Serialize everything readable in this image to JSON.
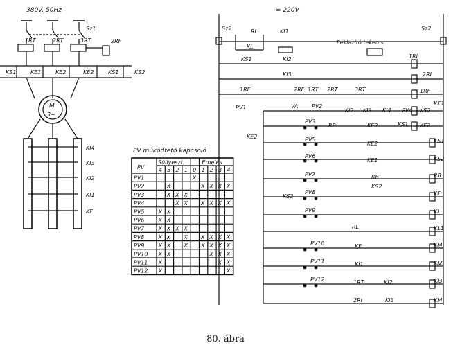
{
  "figure": {
    "caption": "80. ábra",
    "supply_left": "380V, 50Hz",
    "supply_right": "= 220V",
    "motor": [
      "M",
      "3~"
    ],
    "left_labels": [
      "Sz1",
      "1RT",
      "2RT",
      "3RT",
      "2RF",
      "KS1",
      "KE1",
      "KE2",
      "KE2",
      "KS1",
      "KS2"
    ],
    "resistor_labels": [
      "KI4",
      "KI3",
      "KI2",
      "KI1",
      "KF"
    ],
    "right_labels": {
      "switches": [
        "Sz2",
        "Sz2"
      ],
      "top": [
        "RL",
        "KI1",
        "KL",
        "Féklazító tekercs"
      ],
      "rows": [
        [
          "KS1",
          "KI2",
          "1RI"
        ],
        [
          "KI3",
          "2RI"
        ],
        [
          "1RF",
          "2RF",
          "1RT",
          "2RT",
          "3RT",
          "1RF"
        ],
        [
          "PV1",
          "VA",
          "PV2",
          "KI2",
          "KI3",
          "KI4",
          "PV4",
          "KS2",
          "KE1"
        ],
        [
          "PV3",
          "RB",
          "KE2",
          "KS1",
          "KE2"
        ],
        [
          "KE2",
          "PV5",
          "KE2",
          "KS1"
        ],
        [
          "PV6",
          "KE1",
          "KS2"
        ],
        [
          "PV7",
          "RB",
          "KS2",
          "RB"
        ],
        [
          "KS2",
          "PV8",
          "KF"
        ],
        [
          "PV9",
          "KL"
        ],
        [
          "RL",
          "KL1"
        ],
        [
          "PV10",
          "KF",
          "KI4"
        ],
        [
          "PV11",
          "KI1",
          "KI2"
        ],
        [
          "PV12",
          "1RT",
          "KI2",
          "KI3"
        ],
        [
          "2RI",
          "KI3",
          "KI4"
        ]
      ]
    }
  },
  "switch_table": {
    "title": "PV működtető kapcsoló",
    "row_header": "PV",
    "group_down": "Süllyeszt.",
    "group_up": "Emelés",
    "columns": [
      "4",
      "3",
      "2",
      "1",
      "0",
      "1",
      "2",
      "3",
      "4"
    ],
    "rows": [
      {
        "name": "PV1",
        "marks": [
          "",
          "",
          "",
          "",
          "X",
          "",
          "",
          "",
          ""
        ]
      },
      {
        "name": "PV2",
        "marks": [
          "",
          "X",
          "",
          "",
          "",
          "X",
          "X",
          "X",
          "X"
        ]
      },
      {
        "name": "PV3",
        "marks": [
          "",
          "X",
          "X",
          "X",
          "",
          "",
          "",
          "",
          ""
        ]
      },
      {
        "name": "PV4",
        "marks": [
          "",
          "",
          "X",
          "X",
          "",
          "X",
          "X",
          "X",
          "X"
        ]
      },
      {
        "name": "PV5",
        "marks": [
          "X",
          "X",
          "",
          "",
          "",
          "",
          "",
          "",
          ""
        ]
      },
      {
        "name": "PV6",
        "marks": [
          "X",
          "X",
          "",
          "",
          "",
          "",
          "",
          "",
          ""
        ]
      },
      {
        "name": "PV7",
        "marks": [
          "X",
          "X",
          "X",
          "X",
          "",
          "",
          "",
          "",
          ""
        ]
      },
      {
        "name": "PV8",
        "marks": [
          "X",
          "X",
          "",
          "X",
          "",
          "X",
          "X",
          "X",
          "X"
        ]
      },
      {
        "name": "PV9",
        "marks": [
          "X",
          "X",
          "",
          "X",
          "",
          "X",
          "X",
          "X",
          "X"
        ]
      },
      {
        "name": "PV10",
        "marks": [
          "X",
          "X",
          "",
          "",
          "",
          "",
          "X",
          "X",
          "X"
        ]
      },
      {
        "name": "PV11",
        "marks": [
          "X",
          "",
          "",
          "",
          "",
          "",
          "",
          "X",
          "X"
        ]
      },
      {
        "name": "PV12",
        "marks": [
          "X",
          "",
          "",
          "",
          "",
          "",
          "",
          "",
          "X"
        ]
      }
    ]
  }
}
